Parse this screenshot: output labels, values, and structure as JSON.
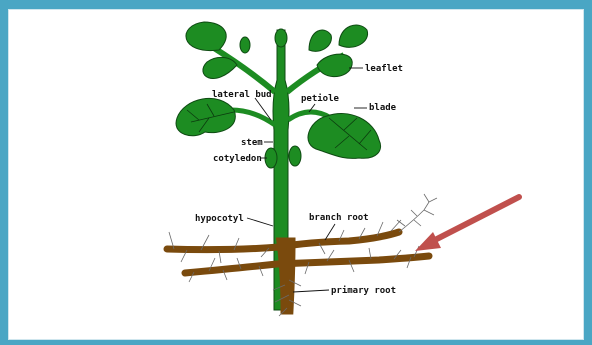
{
  "diagram": {
    "labels": {
      "leaflet": "leaflet",
      "lateral_bud": "lateral bud",
      "petiole": "petiole",
      "blade": "blade",
      "stem": "stem",
      "cotyledon": "cotyledon",
      "hypocotyl": "hypocotyl",
      "branch_root": "branch root",
      "primary_root": "primary root"
    },
    "colors": {
      "frame": "#4aa6c4",
      "plant_green": "#1d8c22",
      "root_brown": "#b07a1c",
      "arrow": "#c0504d"
    }
  }
}
